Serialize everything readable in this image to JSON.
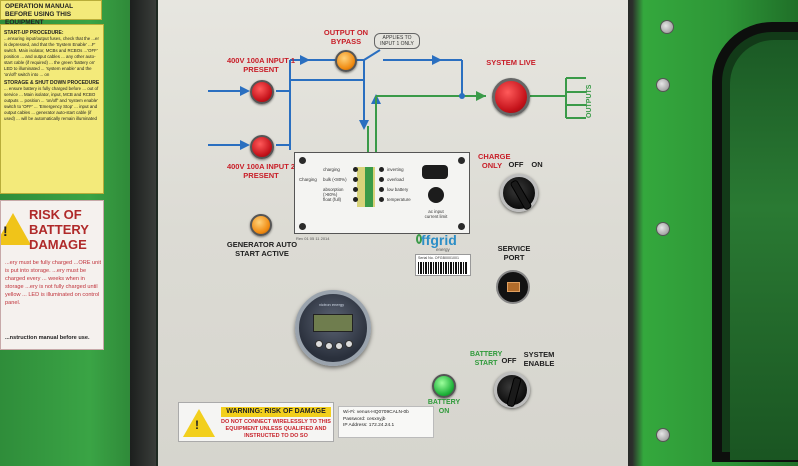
{
  "left_door": {
    "top_sticker": "OPERATION MANUAL BEFORE USING THIS EQUIPMENT",
    "procedure_sticker": {
      "start_heading": "START-UP PROCEDURE:",
      "start_text": "...ensuring input/output fuses, check that the ...er is depressed, and that the 'System Enable' ...F' switch. Main isolator, MCBs and RCBOs ...'OFF' position ... and output cables ... any other auto-start cable (if required) ... the green 'battery on' LED to illuminated ... 'system enable' and the 'on/off' switch into ... on",
      "shutdown_heading": "STORAGE & SHUT DOWN PROCEDURE",
      "shutdown_text": "... ensure battery is fully charged before ... out of service ... Main isolator, input, MCB and RCBO outputs ... position ... 'on/off' and 'system enable' switch to 'OFF' ... 'Emergency Stop' ... input and output cables ... generator auto-start cable (if used) ... will be automatically remain illuminated"
    },
    "risk_sticker": {
      "title": "RISK OF BATTERY DAMAGE",
      "body": "...ery must be fully charged ...ORE unit is put into storage. ...ery must be charged every ... weeks when in storage ...ery is not fully charged until yellow ... LED is illuminated on control panel.",
      "footer": "...nstruction manual before use."
    }
  },
  "panel": {
    "input1_label": "400V 100A INPUT 1 PRESENT",
    "input2_label": "400V 100A INPUT 2 PRESENT",
    "bypass_label": "OUTPUT ON BYPASS",
    "bypass_note": "APPLIES TO INPUT 1 ONLY",
    "system_live_label": "SYSTEM LIVE",
    "outputs_label": "OUTPUTS",
    "generator_label": "GENERATOR AUTO START ACTIVE",
    "charge_label": "CHARGE ONLY",
    "charge_off": "OFF",
    "charge_on": "ON",
    "service_port_label": "SERVICE PORT",
    "battery_start_label": "BATTERY START",
    "battery_off": "OFF",
    "system_enable_label": "SYSTEM ENABLE",
    "battery_on_label": "BATTERY ON"
  },
  "controller": {
    "group_label": "Charging",
    "left_states": [
      "charging",
      "bulk (<80%)",
      "absorption (>80%)",
      "float (full)"
    ],
    "right_states": [
      "inverting",
      "overload",
      "low battery",
      "temperature"
    ],
    "input_label": "ac input current limit",
    "revision": "Rev 01 05 11 2014"
  },
  "brand": {
    "logo": "ffgrid",
    "logo_sub": "energy",
    "serial": "Serial No. OFGB0001001"
  },
  "monitor": {
    "brand": "victron energy"
  },
  "warning_sticker": {
    "heading": "WARNING: RISK OF DAMAGE",
    "body": "DO NOT CONNECT WIRELESSLY TO THIS EQUIPMENT UNLESS QUALIFIED AND INSTRUCTED TO DO SO"
  },
  "wifi_sticker": {
    "line1": "Wi-Fi: venus-HQ0709CALN-0b",
    "line2": "Password: cesxnyjb",
    "line3": "IP Address: 172.24.24.1"
  },
  "colors": {
    "panel": "#dcdbd4",
    "cabinet_green": "#34a83d",
    "wire_blue": "#2a6fc0",
    "wire_green": "#3a9a48",
    "label_red": "#c81e28"
  }
}
